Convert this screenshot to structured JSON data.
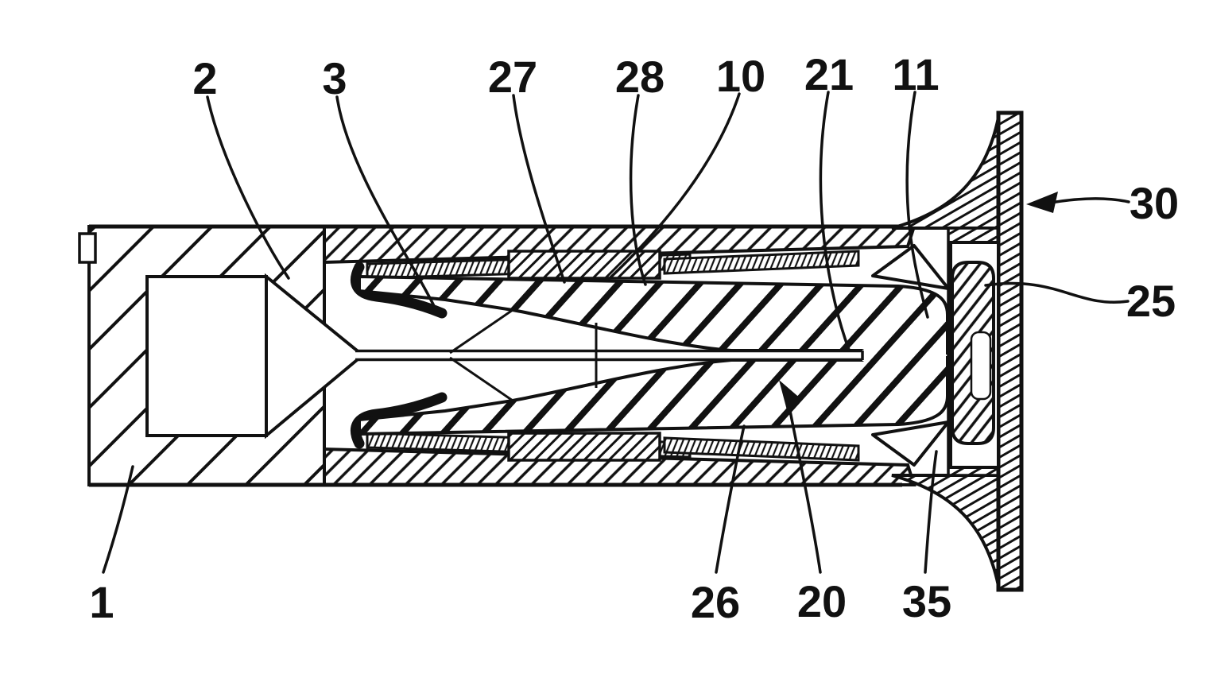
{
  "figure": {
    "kind": "patent-cross-section-drawing",
    "background_color": "#ffffff",
    "ink_color": "#111111",
    "labels": {
      "l1": {
        "text": "1"
      },
      "l2": {
        "text": "2"
      },
      "l3": {
        "text": "3"
      },
      "l10": {
        "text": "10"
      },
      "l11": {
        "text": "11"
      },
      "l20": {
        "text": "20"
      },
      "l21": {
        "text": "21"
      },
      "l25": {
        "text": "25"
      },
      "l26": {
        "text": "26"
      },
      "l27": {
        "text": "27"
      },
      "l28": {
        "text": "28"
      },
      "l30": {
        "text": "30"
      },
      "l35": {
        "text": "35"
      }
    }
  }
}
